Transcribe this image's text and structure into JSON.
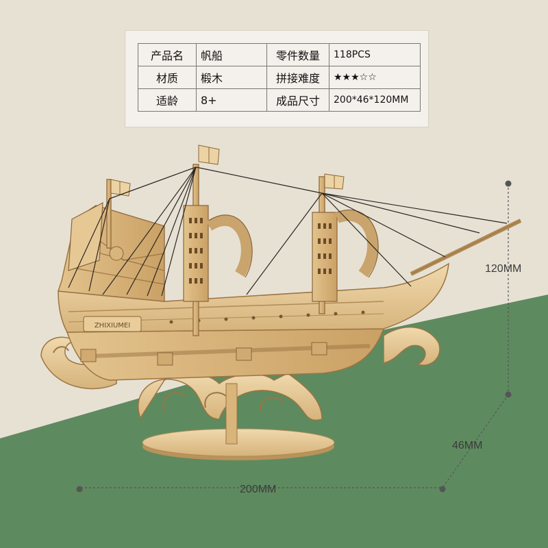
{
  "spec_table": {
    "rows": [
      {
        "k1": "产品名",
        "v1": "帆船",
        "k2": "零件数量",
        "v2": "118PCS"
      },
      {
        "k1": "材质",
        "v1": "椴木",
        "k2": "拼接难度",
        "v2": "★★★☆☆"
      },
      {
        "k1": "适龄",
        "v1": "8+",
        "k2": "成品尺寸",
        "v2": "200*46*120MM"
      }
    ]
  },
  "dimensions": {
    "height": "120MM",
    "depth": "46MM",
    "width": "200MM"
  },
  "ship_badge": "ZHIXIUMEI",
  "colors": {
    "background_upper": "#e7e1d4",
    "background_lower": "#5e8a5f",
    "wood_light": "#ecd3a3",
    "wood_mid": "#d8b57a",
    "wood_dark": "#9b7444",
    "rigging": "#2a2420"
  }
}
